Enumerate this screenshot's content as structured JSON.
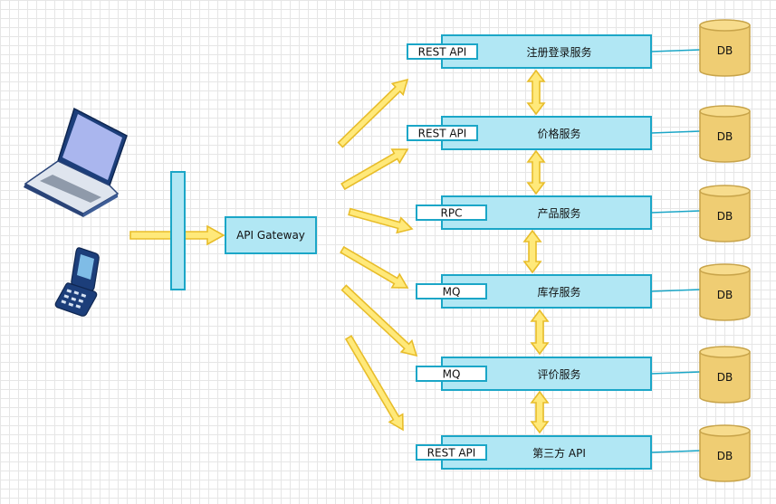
{
  "gateway": {
    "label": "API Gateway"
  },
  "services": [
    {
      "name": "注册登录服务",
      "protocol": "REST API",
      "db": "DB"
    },
    {
      "name": "价格服务",
      "protocol": "REST API",
      "db": "DB"
    },
    {
      "name": "产品服务",
      "protocol": "RPC",
      "db": "DB"
    },
    {
      "name": "库存服务",
      "protocol": "MQ",
      "db": "DB"
    },
    {
      "name": "评价服务",
      "protocol": "MQ",
      "db": "DB"
    },
    {
      "name": "第三方 API",
      "protocol": "REST API",
      "db": "DB"
    }
  ],
  "colors": {
    "service_fill": "#b1e7f4",
    "service_stroke": "#1ba6c7",
    "db_fill": "#efcd73",
    "arrow_fill": "#ffe97a",
    "arrow_stroke": "#e8bd2a"
  },
  "icons": [
    "laptop-icon",
    "mobile-phone-icon"
  ]
}
